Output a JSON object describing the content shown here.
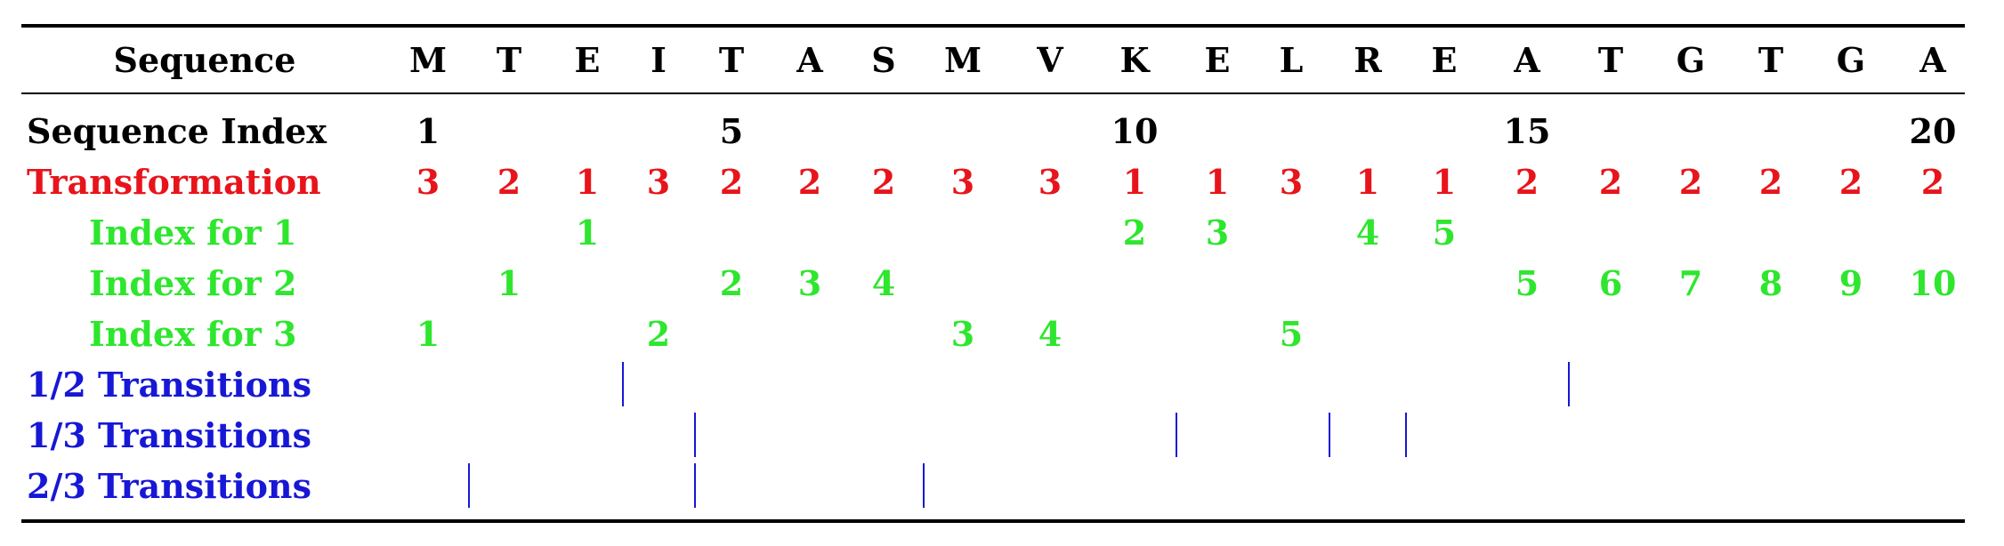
{
  "colors": {
    "text": "#000000",
    "transformation": "#e8141b",
    "index": "#2ee62e",
    "transitions": "#1717d6"
  },
  "labels": {
    "sequence": "Sequence",
    "sequence_index": "Sequence Index",
    "transformation": "Transformation",
    "index_for_1": "Index for 1",
    "index_for_2": "Index for 2",
    "index_for_3": "Index for 3",
    "transitions_1_2": "1/2 Transitions",
    "transitions_1_3": "1/3 Transitions",
    "transitions_2_3": "2/3 Transitions"
  },
  "sequence": [
    "M",
    "T",
    "E",
    "I",
    "T",
    "A",
    "S",
    "M",
    "V",
    "K",
    "E",
    "L",
    "R",
    "E",
    "A",
    "T",
    "G",
    "T",
    "G",
    "A"
  ],
  "sequence_index_marks": [
    "1",
    "",
    "",
    "",
    "5",
    "",
    "",
    "",
    "",
    "10",
    "",
    "",
    "",
    "",
    "15",
    "",
    "",
    "",
    "",
    "20"
  ],
  "transformation": [
    "3",
    "2",
    "1",
    "3",
    "2",
    "2",
    "2",
    "3",
    "3",
    "1",
    "1",
    "3",
    "1",
    "1",
    "2",
    "2",
    "2",
    "2",
    "2",
    "2"
  ],
  "index_for_1": [
    "",
    "",
    "1",
    "",
    "",
    "",
    "",
    "",
    "",
    "2",
    "3",
    "",
    "4",
    "5",
    "",
    "",
    "",
    "",
    "",
    ""
  ],
  "index_for_2": [
    "",
    "1",
    "",
    "",
    "2",
    "3",
    "4",
    "",
    "",
    "",
    "",
    "",
    "",
    "",
    "5",
    "6",
    "7",
    "8",
    "9",
    "10"
  ],
  "index_for_3": [
    "1",
    "",
    "",
    "2",
    "",
    "",
    "",
    "3",
    "4",
    "",
    "",
    "5",
    "",
    "",
    "",
    "",
    "",
    "",
    "",
    ""
  ],
  "transitions": {
    "t_1_2": [
      [
        3,
        4
      ],
      [
        15,
        16
      ]
    ],
    "t_1_3": [
      [
        4,
        5
      ],
      [
        10,
        11
      ],
      [
        12,
        13
      ],
      [
        13,
        14
      ]
    ],
    "t_2_3": [
      [
        1,
        2
      ],
      [
        4,
        5
      ],
      [
        7,
        8
      ]
    ]
  }
}
